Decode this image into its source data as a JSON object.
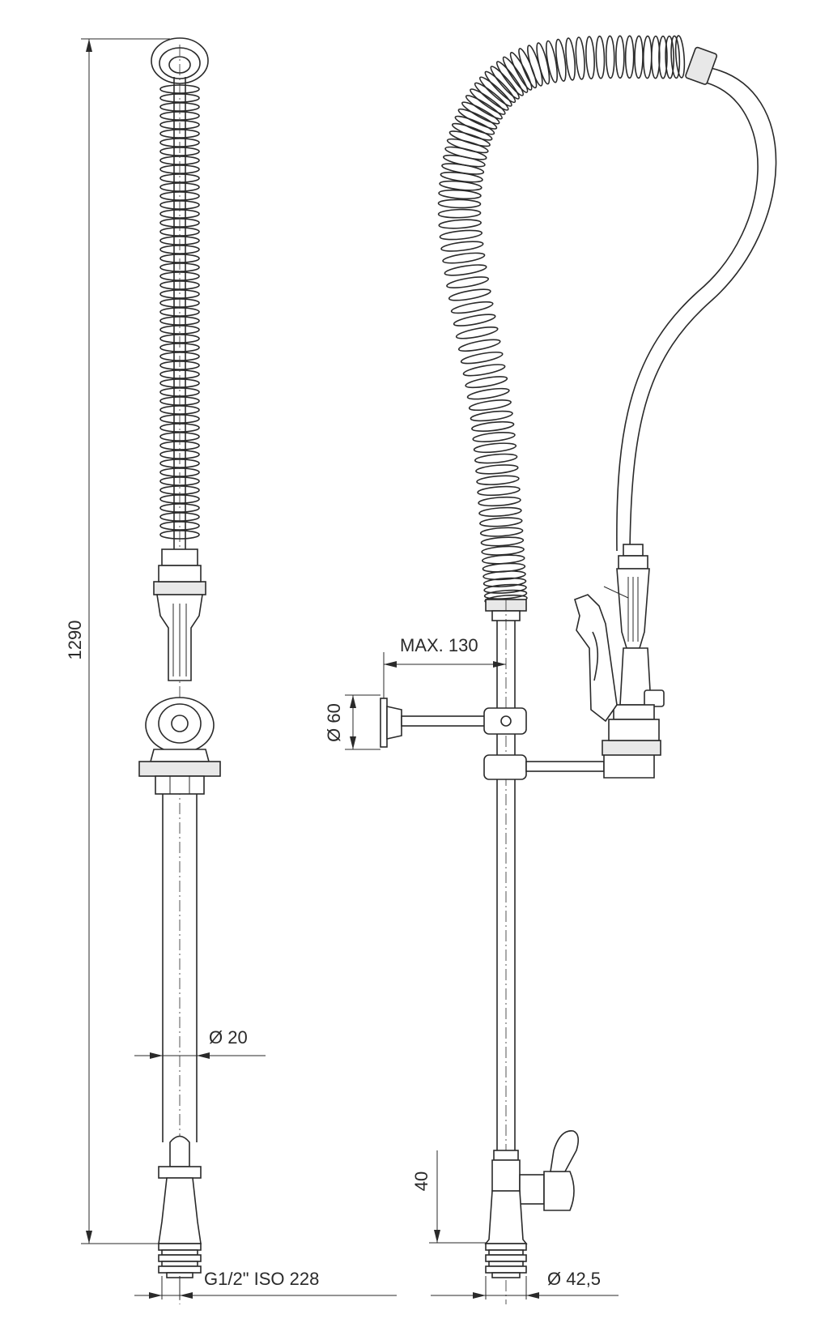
{
  "dimensions": {
    "total_height": "1290",
    "tube_diameter": "Ø 20",
    "thread": "G1/2\" ISO 228",
    "max_arm": "MAX. 130",
    "wall_flange_diameter": "Ø 60",
    "tap_height": "40",
    "base_diameter": "Ø 42,5"
  }
}
